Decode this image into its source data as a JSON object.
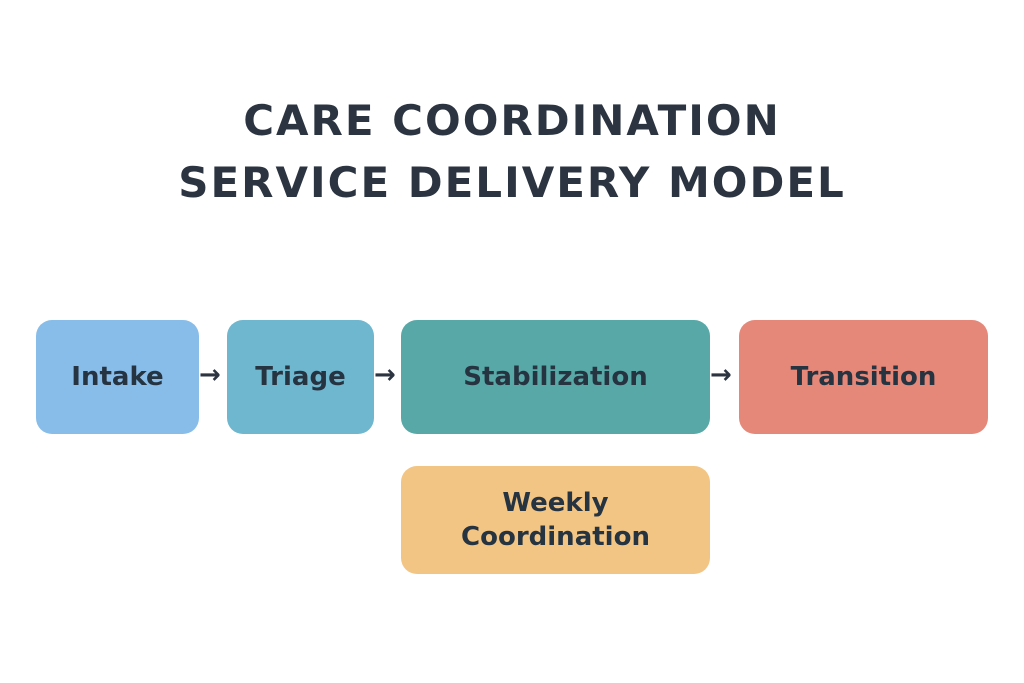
{
  "title": {
    "line1": "CARE COORDINATION",
    "line2": "SERVICE DELIVERY MODEL"
  },
  "nodes": [
    {
      "label": "Intake",
      "color": "#88bde9"
    },
    {
      "label": "Triage",
      "color": "#6fb6cf"
    },
    {
      "label": "Stabilization",
      "color": "#58a8a8"
    },
    {
      "label": "Transition",
      "color": "#e5887a"
    },
    {
      "label": "Weekly\nCoordination",
      "color": "#f3c584"
    }
  ],
  "arrows": [
    "→",
    "→",
    "→"
  ]
}
